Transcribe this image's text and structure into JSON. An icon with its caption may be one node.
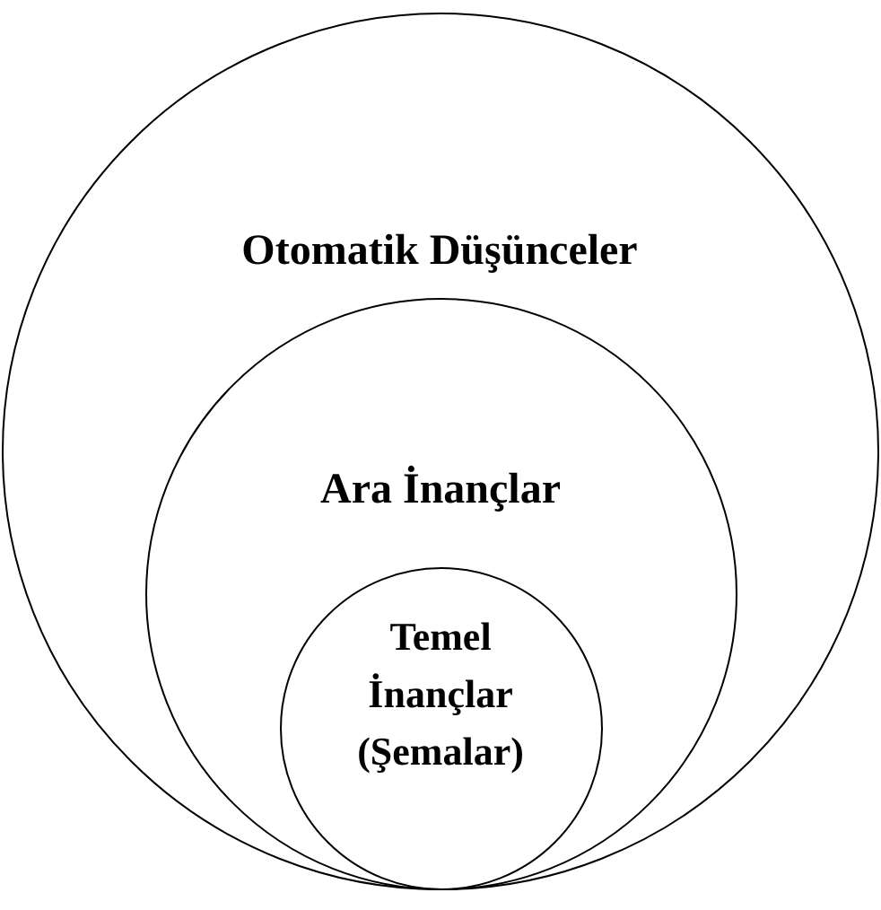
{
  "diagram": {
    "nodes": [
      {
        "text": [
          "Otomatik Düşünceler"
        ]
      },
      {
        "text": [
          "Ara İnançlar"
        ],
        "in": 0
      },
      {
        "text": [
          "Temel İnançlar (Şemalar)"
        ],
        "in": 1
      }
    ]
  }
}
